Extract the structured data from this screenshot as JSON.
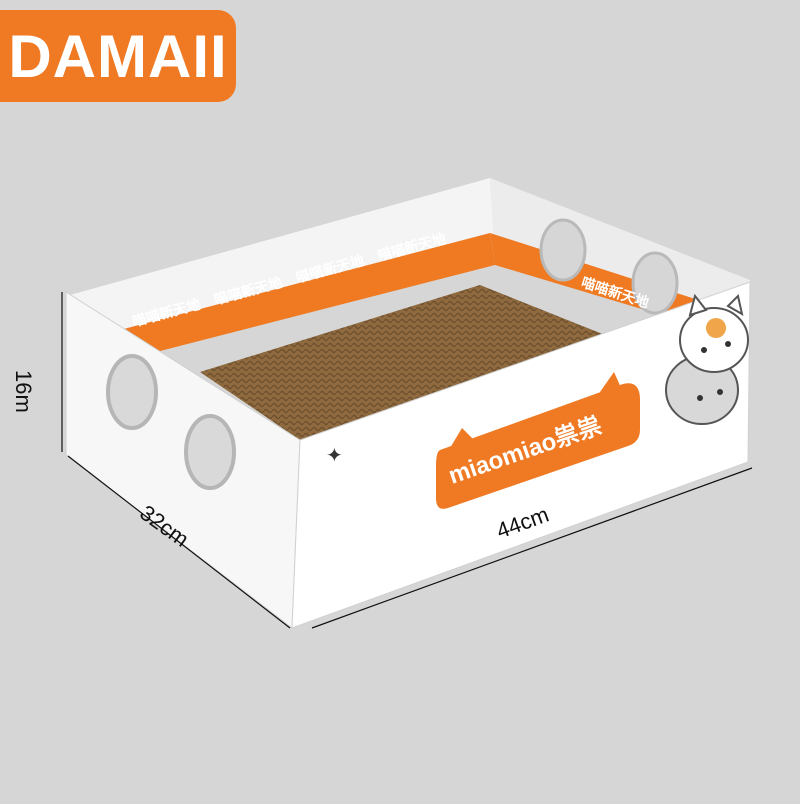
{
  "brand": {
    "name": "DAMAII",
    "color": "#f07a24"
  },
  "product": {
    "inner_band_text": "喵喵新天地",
    "label_logo": "miaomiao祟祟",
    "label_color": "#f07a24",
    "sparkle": "✦"
  },
  "dimensions": {
    "height": "16m",
    "depth": "32cm",
    "width": "44cm"
  }
}
